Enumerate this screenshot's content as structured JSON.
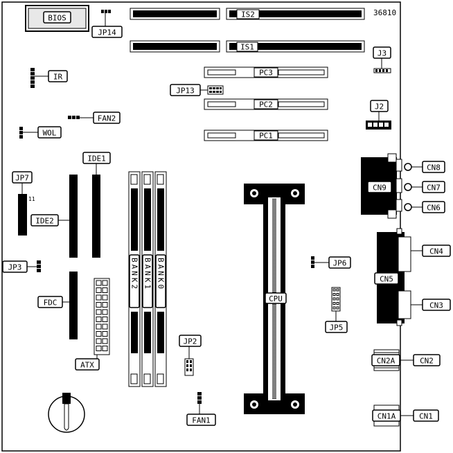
{
  "board": {
    "model_number": "36810",
    "labels": {
      "bios": "BIOS",
      "jp14": "JP14",
      "is2": "IS2",
      "is1": "IS1",
      "j3": "J3",
      "ir": "IR",
      "pc3": "PC3",
      "jp13": "JP13",
      "pc2": "PC2",
      "j2": "J2",
      "fan2": "FAN2",
      "pc1": "PC1",
      "wol": "WOL",
      "ide1": "IDE1",
      "jp7": "JP7",
      "jp7_pin": "11",
      "cn8": "CN8",
      "cn9": "CN9",
      "cn7": "CN7",
      "cn6": "CN6",
      "ide2": "IDE2",
      "cn4": "CN4",
      "jp3": "JP3",
      "bank2": "BANK2",
      "bank1": "BANK1",
      "bank0": "BANK0",
      "jp6": "JP6",
      "cn5": "CN5",
      "fdc": "FDC",
      "cpu": "CPU",
      "cn3": "CN3",
      "jp5": "JP5",
      "jp2": "JP2",
      "atx": "ATX",
      "cn2a": "CN2A",
      "cn2": "CN2",
      "fan1": "FAN1",
      "cn1a": "CN1A",
      "cn1": "CN1"
    }
  }
}
